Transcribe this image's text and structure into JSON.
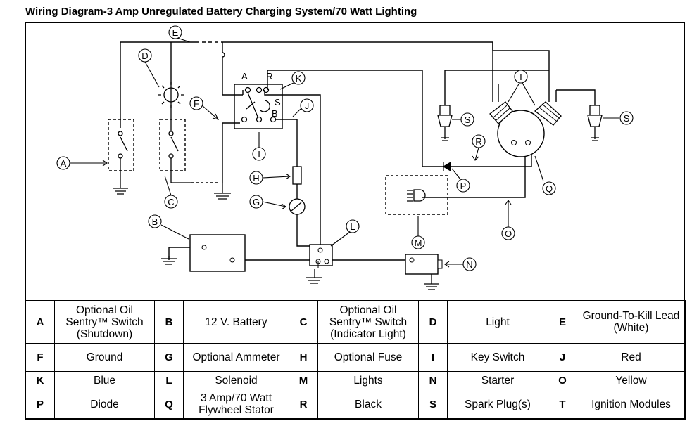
{
  "title": "Wiring Diagram-3 Amp Unregulated Battery Charging System/70 Watt Lighting",
  "callouts": [
    "A",
    "B",
    "C",
    "D",
    "E",
    "F",
    "G",
    "H",
    "I",
    "J",
    "K",
    "L",
    "M",
    "N",
    "O",
    "P",
    "Q",
    "R",
    "S",
    "T"
  ],
  "switch_terminals": [
    "A",
    "R",
    "S",
    "B"
  ],
  "legend": [
    [
      {
        "key": "A",
        "label": "Optional Oil Sentry™ Switch (Shutdown)"
      },
      {
        "key": "B",
        "label": "12 V. Battery"
      },
      {
        "key": "C",
        "label": "Optional Oil Sentry™ Switch (Indicator Light)"
      },
      {
        "key": "D",
        "label": "Light"
      },
      {
        "key": "E",
        "label": "Ground-To-Kill Lead (White)"
      }
    ],
    [
      {
        "key": "F",
        "label": "Ground"
      },
      {
        "key": "G",
        "label": "Optional Ammeter"
      },
      {
        "key": "H",
        "label": "Optional Fuse"
      },
      {
        "key": "I",
        "label": "Key Switch"
      },
      {
        "key": "J",
        "label": "Red"
      }
    ],
    [
      {
        "key": "K",
        "label": "Blue"
      },
      {
        "key": "L",
        "label": "Solenoid"
      },
      {
        "key": "M",
        "label": "Lights"
      },
      {
        "key": "N",
        "label": "Starter"
      },
      {
        "key": "O",
        "label": "Yellow"
      }
    ],
    [
      {
        "key": "P",
        "label": "Diode"
      },
      {
        "key": "Q",
        "label": "3 Amp/70 Watt Flywheel Stator"
      },
      {
        "key": "R",
        "label": "Black"
      },
      {
        "key": "S",
        "label": "Spark Plug(s)"
      },
      {
        "key": "T",
        "label": "Ignition Modules"
      }
    ]
  ]
}
